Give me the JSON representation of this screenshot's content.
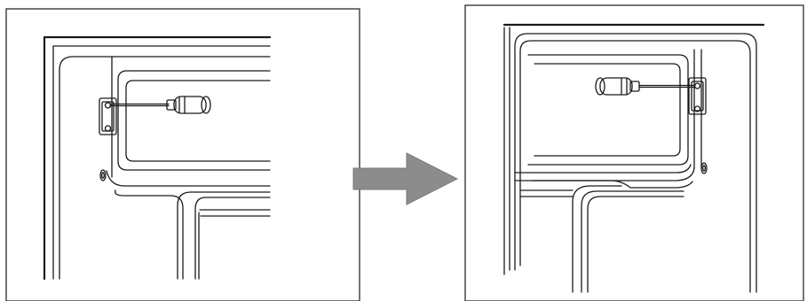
{
  "figure": {
    "panels": [
      {
        "id": "left",
        "depicts": "door-hinge-bracket-with-screwdriver-left-side"
      },
      {
        "id": "right",
        "depicts": "door-hinge-bracket-with-screwdriver-right-side"
      }
    ],
    "arrow": {
      "direction": "right",
      "color": "#8c8c8c"
    },
    "colors": {
      "line": "#1a1a1a",
      "frame": "#3a3a3a",
      "background": "#ffffff"
    }
  }
}
